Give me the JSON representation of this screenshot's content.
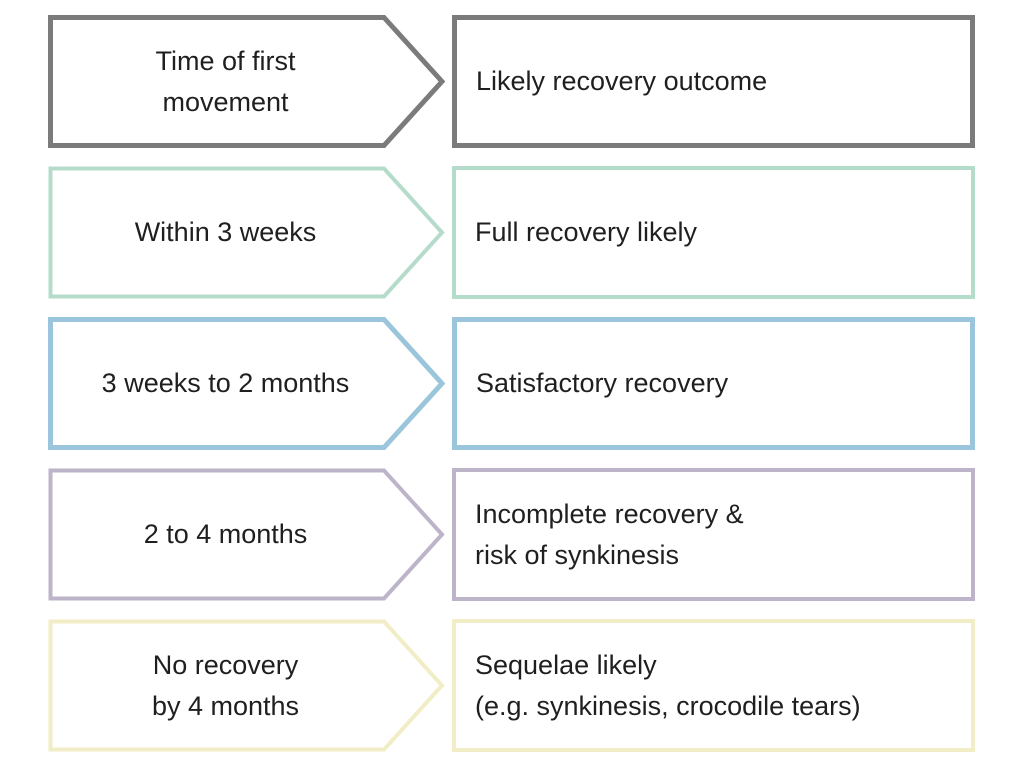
{
  "diagram": {
    "title": "Time of first movement vs likely recovery outcome",
    "background_color": "#ffffff",
    "text_color": "#1f1f1f",
    "rows": [
      {
        "role": "header",
        "timing": "Time of first\nmovement",
        "outcome": "Likely recovery outcome",
        "border_color": "#7b7b7b"
      },
      {
        "role": "data",
        "timing": "Within 3 weeks",
        "outcome": "Full recovery likely",
        "border_color": "#b5dccb"
      },
      {
        "role": "data",
        "timing": "3 weeks to 2 months",
        "outcome": "Satisfactory recovery",
        "border_color": "#9bc5da"
      },
      {
        "role": "data",
        "timing": "2 to 4 months",
        "outcome": "Incomplete recovery &\nrisk of synkinesis",
        "border_color": "#bdb4ca"
      },
      {
        "role": "data",
        "timing": "No recovery\nby 4 months",
        "outcome": "Sequelae likely\n(e.g. synkinesis, crocodile tears)",
        "border_color": "#f1edc6"
      }
    ]
  }
}
